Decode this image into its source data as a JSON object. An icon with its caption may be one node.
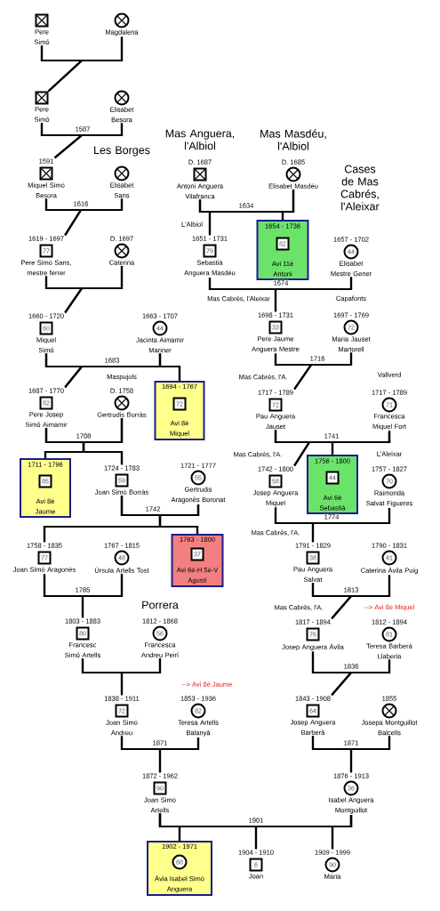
{
  "diagram": {
    "nodes": [
      {
        "text": [],
        "shape": "box",
        "beside": [
          "Pere Simó"
        ]
      },
      {
        "text": [],
        "shape": "circle",
        "beside": [
          "Magdalena"
        ]
      },
      {
        "text": [],
        "shape": "box",
        "beside": [
          "Pere Simó"
        ]
      },
      {
        "text": [],
        "shape": "circle",
        "beside": [
          "Elisabet Besora"
        ]
      },
      {
        "text": [],
        "shape": "box",
        "beside": [
          "1591",
          "Miquel Simó Besora"
        ]
      },
      {
        "text": [],
        "shape": "circle",
        "beside": [
          "Elisabet Sans"
        ]
      },
      {
        "text": [],
        "shape": "box",
        "beside": [
          "D. 1687",
          "Antoni Anguera Vilafranca"
        ]
      },
      {
        "text": [],
        "shape": "circle",
        "beside": [
          "D. 1685",
          "Elisabet Masdéu"
        ]
      },
      {
        "text": [
          "77"
        ],
        "beside": [
          "1619 - 1697",
          "Pere Simó Sans, mestre ferrer"
        ]
      },
      {
        "text": [],
        "shape": "circle",
        "beside": [
          "D. 1697",
          "Caterina"
        ]
      },
      {
        "text": [
          "79"
        ],
        "beside": [
          "1651 - 1731",
          "Sebastià Anguera Masdéu"
        ]
      },
      {
        "text": [
          "1654 - 1736",
          "Avi 11è Antoni"
        ]
      },
      {
        "text": [
          "82"
        ],
        "in": 11
      },
      {
        "text": [
          "44"
        ],
        "beside": [
          "1657 - 1702",
          "Elisabet Mestre Gener"
        ]
      },
      {
        "text": [
          "60"
        ],
        "beside": [
          "1660 - 1720",
          "Miquel Simó"
        ]
      },
      {
        "text": [
          "44"
        ],
        "beside": [
          "1663 - 1707",
          "Jacinta Aimamir Mariner"
        ]
      },
      {
        "text": [
          "33"
        ],
        "beside": [
          "1698 - 1731",
          "Pere Jaume Anguera Mestre"
        ]
      },
      {
        "text": [
          "72"
        ],
        "beside": [
          "1697 - 1769",
          "Maria Jauset Martorell"
        ]
      },
      {
        "text": [
          "82"
        ],
        "beside": [
          "1687 - 1770",
          "Pere Josep Simó Aimamir"
        ]
      },
      {
        "text": [],
        "shape": "circle",
        "beside": [
          "D. 1758",
          "Gertrudis Borràs"
        ]
      },
      {
        "text": [
          "1694 - 1767",
          "Avi 8è Miquel"
        ]
      },
      {
        "text": [
          "72"
        ],
        "in": 20
      },
      {
        "text": [
          "72"
        ],
        "beside": [
          "1717 - 1789",
          "Pau Anguera Jauset"
        ]
      },
      {
        "text": [
          "71"
        ],
        "beside": [
          "1717 - 1789",
          "Francesca Miquel Fort"
        ]
      },
      {
        "text": [
          "1711 - 1796",
          "Avi 8è Jaume"
        ]
      },
      {
        "text": [
          "85"
        ],
        "in": 24
      },
      {
        "text": [
          "59"
        ],
        "beside": [
          "1724 - 1783",
          "Joan Simó Borràs"
        ]
      },
      {
        "text": [
          "55"
        ],
        "beside": [
          "1721 - 1777",
          "Gertrudis Aragonès Boronat"
        ]
      },
      {
        "text": [
          "58"
        ],
        "beside": [
          "1742 - 1800",
          "Josep Anguera Miquel"
        ]
      },
      {
        "text": [
          "1756 - 1800",
          "Avi 6è Sebastià"
        ]
      },
      {
        "text": [
          "44"
        ],
        "in": 29
      },
      {
        "text": [
          "70"
        ],
        "beside": [
          "1757 - 1827",
          "Raimonda Salvat Figueres"
        ]
      },
      {
        "text": [
          "77"
        ],
        "beside": [
          "1758 - 1835",
          "Joan Simó Aragonès"
        ]
      },
      {
        "text": [
          "48"
        ],
        "beside": [
          "1767 - 1815",
          "Úrsula Artells Tost"
        ]
      },
      {
        "text": [
          "1763 - 1800",
          "Avi 6è-H 5è-V Agustí"
        ]
      },
      {
        "text": [
          "37"
        ],
        "in": 34
      },
      {
        "text": [
          "38"
        ],
        "beside": [
          "1791 - 1829",
          "Pau Anguera Salvat"
        ]
      },
      {
        "text": [
          "41"
        ],
        "beside": [
          "1790 - 1831",
          "Caterina Àvila Puig"
        ]
      },
      {
        "text": [
          "80"
        ],
        "beside": [
          "1803 - 1883",
          "Francesc Simó Artells"
        ]
      },
      {
        "text": [
          "56"
        ],
        "beside": [
          "1812 - 1868",
          "Francesca Andreu Peirí"
        ]
      },
      {
        "text": [
          "76"
        ],
        "beside": [
          "1817 - 1894",
          "Josep Anguera Àvila"
        ]
      },
      {
        "text": [
          "81"
        ],
        "beside": [
          "1812 - 1894",
          "Teresa Barberà Llaberia"
        ]
      },
      {
        "text": [
          "72"
        ],
        "beside": [
          "1838 - 1911",
          "Joan Simó Andreu"
        ]
      },
      {
        "text": [
          "82"
        ],
        "beside": [
          "1853 - 1936",
          "Teresa Artells Balanyà"
        ]
      },
      {
        "text": [
          "64"
        ],
        "beside": [
          "1843 - 1908",
          "Josep Anguera Barberà"
        ]
      },
      {
        "text": [],
        "shape": "circle",
        "beside": [
          "1855",
          "Josepa Montguillot Balcells"
        ]
      },
      {
        "text": [
          "90"
        ],
        "beside": [
          "1872 - 1962",
          "Joan Simó Artells"
        ]
      },
      {
        "text": [
          "36"
        ],
        "beside": [
          "1876 - 1913",
          "Isabel Anguera Montguillot"
        ]
      },
      {
        "text": [
          "1902 - 1971",
          "Àvia Isabel Simó Anguera"
        ]
      },
      {
        "text": [
          "68"
        ],
        "in": 48
      },
      {
        "text": [
          "6"
        ],
        "beside": [
          "1904 - 1910",
          "Joan"
        ]
      },
      {
        "text": [
          "90"
        ],
        "beside": [
          "1909 - 1999",
          "Maria"
        ]
      }
    ],
    "edges": [
      {
        "from": 0,
        "to": 1,
        "arrow": "none"
      },
      {
        "from": 2,
        "to": 3,
        "arrow": "none",
        "label": "1587"
      },
      {
        "from": 4,
        "to": 5,
        "arrow": "none",
        "label": "1616"
      },
      {
        "from": 6,
        "to": 7,
        "arrow": "none",
        "label": "1634"
      },
      {
        "from": 8,
        "to": 9,
        "arrow": "none"
      },
      {
        "from": 10,
        "to": 13,
        "arrow": "none",
        "label": "1674"
      },
      {
        "from": 14,
        "to": 15,
        "arrow": "none",
        "label": "1683"
      },
      {
        "from": 16,
        "to": 17,
        "arrow": "none",
        "label": "1716"
      },
      {
        "from": 18,
        "to": 19,
        "arrow": "none",
        "label": "1708"
      },
      {
        "from": 22,
        "to": 23,
        "arrow": "none",
        "label": "1741"
      },
      {
        "from": 26,
        "to": 27,
        "arrow": "none",
        "label": "1742"
      },
      {
        "from": 28,
        "to": 31,
        "arrow": "none",
        "label": "1774"
      },
      {
        "from": 32,
        "to": 33,
        "arrow": "none",
        "label": "1785"
      },
      {
        "from": 36,
        "to": 37,
        "arrow": "none",
        "label": "1813"
      },
      {
        "from": 38,
        "to": 39,
        "arrow": "none"
      },
      {
        "from": 40,
        "to": 41,
        "arrow": "none",
        "label": "1836"
      },
      {
        "from": 42,
        "to": 43,
        "arrow": "none",
        "label": "1871"
      },
      {
        "from": 44,
        "to": 45,
        "arrow": "none",
        "label": "1871"
      },
      {
        "from": 46,
        "to": 47,
        "arrow": "none",
        "label": "1901"
      },
      {
        "from": 0,
        "to": 2,
        "arrow": "none"
      },
      {
        "from": 1,
        "to": 2,
        "arrow": "none"
      },
      {
        "from": 2,
        "to": 4,
        "arrow": "none"
      },
      {
        "from": 3,
        "to": 4,
        "arrow": "none"
      },
      {
        "from": 4,
        "to": 8,
        "arrow": "none"
      },
      {
        "from": 5,
        "to": 8,
        "arrow": "none"
      },
      {
        "from": 6,
        "to": 10,
        "arrow": "none"
      },
      {
        "from": 7,
        "to": 10,
        "arrow": "none"
      },
      {
        "from": 6,
        "to": 11,
        "arrow": "none"
      },
      {
        "from": 7,
        "to": 11,
        "arrow": "none"
      },
      {
        "from": 8,
        "to": 14,
        "arrow": "none"
      },
      {
        "from": 9,
        "to": 14,
        "arrow": "none"
      },
      {
        "from": 10,
        "to": 16,
        "arrow": "none"
      },
      {
        "from": 13,
        "to": 16,
        "arrow": "none"
      },
      {
        "from": 14,
        "to": 18,
        "arrow": "none"
      },
      {
        "from": 15,
        "to": 18,
        "arrow": "none"
      },
      {
        "from": 14,
        "to": 20,
        "arrow": "none"
      },
      {
        "from": 15,
        "to": 20,
        "arrow": "none"
      },
      {
        "from": 16,
        "to": 22,
        "arrow": "none"
      },
      {
        "from": 17,
        "to": 22,
        "arrow": "none"
      },
      {
        "from": 18,
        "to": 24,
        "arrow": "none"
      },
      {
        "from": 19,
        "to": 24,
        "arrow": "none"
      },
      {
        "from": 18,
        "to": 26,
        "arrow": "none"
      },
      {
        "from": 19,
        "to": 26,
        "arrow": "none"
      },
      {
        "from": 22,
        "to": 28,
        "arrow": "none"
      },
      {
        "from": 23,
        "to": 28,
        "arrow": "none"
      },
      {
        "from": 22,
        "to": 29,
        "arrow": "none"
      },
      {
        "from": 23,
        "to": 29,
        "arrow": "none"
      },
      {
        "from": 26,
        "to": 32,
        "arrow": "none"
      },
      {
        "from": 27,
        "to": 32,
        "arrow": "none"
      },
      {
        "from": 26,
        "to": 34,
        "arrow": "none"
      },
      {
        "from": 27,
        "to": 34,
        "arrow": "none"
      },
      {
        "from": 28,
        "to": 36,
        "arrow": "none"
      },
      {
        "from": 31,
        "to": 36,
        "arrow": "none"
      },
      {
        "from": 32,
        "to": 38,
        "arrow": "none"
      },
      {
        "from": 33,
        "to": 38,
        "arrow": "none"
      },
      {
        "from": 36,
        "to": 40,
        "arrow": "none"
      },
      {
        "from": 37,
        "to": 40,
        "arrow": "none"
      },
      {
        "from": 38,
        "to": 42,
        "arrow": "none"
      },
      {
        "from": 39,
        "to": 42,
        "arrow": "none"
      },
      {
        "from": 40,
        "to": 44,
        "arrow": "none"
      },
      {
        "from": 41,
        "to": 44,
        "arrow": "none"
      },
      {
        "from": 42,
        "to": 46,
        "arrow": "none"
      },
      {
        "from": 43,
        "to": 46,
        "arrow": "none"
      },
      {
        "from": 44,
        "to": 47,
        "arrow": "none"
      },
      {
        "from": 45,
        "to": 47,
        "arrow": "none"
      },
      {
        "from": 46,
        "to": 48,
        "arrow": "none"
      },
      {
        "from": 47,
        "to": 48,
        "arrow": "none"
      },
      {
        "from": 46,
        "to": 50,
        "arrow": "none"
      },
      {
        "from": 47,
        "to": 50,
        "arrow": "none"
      },
      {
        "from": 46,
        "to": 51,
        "arrow": "none"
      },
      {
        "from": 47,
        "to": 51,
        "arrow": "none"
      }
    ],
    "labels": [
      "Mas Anguera, l'Albiol",
      "Mas Masdéu, l'Albiol",
      "Les Borges",
      "Cases de Mas Cabrés, l'Aleixar",
      "L'Albiol",
      "Mas Cabrés, l'Aleixar",
      "Capafonts",
      "Maspujols",
      "Mas Cabrés, l'A.",
      "Vallverd",
      "Mas Cabrés, l'A.",
      "L'Aleixar",
      "Mas Cabrés, l'A.",
      "Porrera",
      "Mas Cabrés, l'A.",
      "--> Avi 8è Miquel",
      "--> Avi 8è Jaume"
    ]
  }
}
